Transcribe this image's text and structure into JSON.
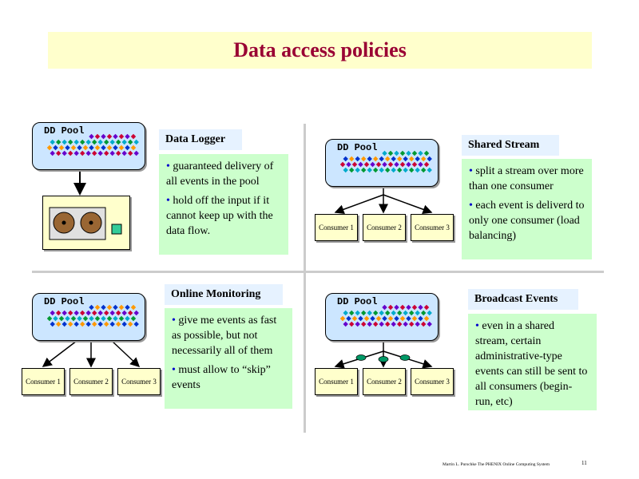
{
  "title": "Data access policies",
  "colors": {
    "title_text": "#990033",
    "title_bg": "#ffffcc",
    "pool_bg": "#cce6ff",
    "note_bg": "#ccffcc",
    "heading_bg": "#e6f2ff",
    "consumer_bg": "#ffffcc",
    "bullet": "#0000cc"
  },
  "pool_label": "DD Pool",
  "panels": {
    "data_logger": {
      "heading": "Data Logger",
      "bullets": [
        "guaranteed delivery of all events in the pool",
        "hold off the input if it cannot keep up with the data flow."
      ]
    },
    "shared_stream": {
      "heading": "Shared Stream",
      "bullets": [
        "split a stream over more than one consumer",
        "each event is deliverd to only one consumer (load balancing)"
      ],
      "consumers": [
        "Consumer 1",
        "Consumer 2",
        "Consumer 3"
      ]
    },
    "online_monitoring": {
      "heading": "Online Monitoring",
      "bullets": [
        "give me events as fast as possible, but not necessarily all of them",
        "must allow to “skip” events"
      ],
      "consumers": [
        "Consumer 1",
        "Consumer 2",
        "Consumer 3"
      ]
    },
    "broadcast_events": {
      "heading": "Broadcast Events",
      "bullets": [
        "even in a shared stream, certain administrative-type events can still be sent to all consumers (begin-run, etc)"
      ],
      "consumers": [
        "Consumer 1",
        "Consumer 2",
        "Consumer 3"
      ]
    }
  },
  "footer": "Martin L. Purschke The PHENIX Online Computing System",
  "page_number": "11"
}
